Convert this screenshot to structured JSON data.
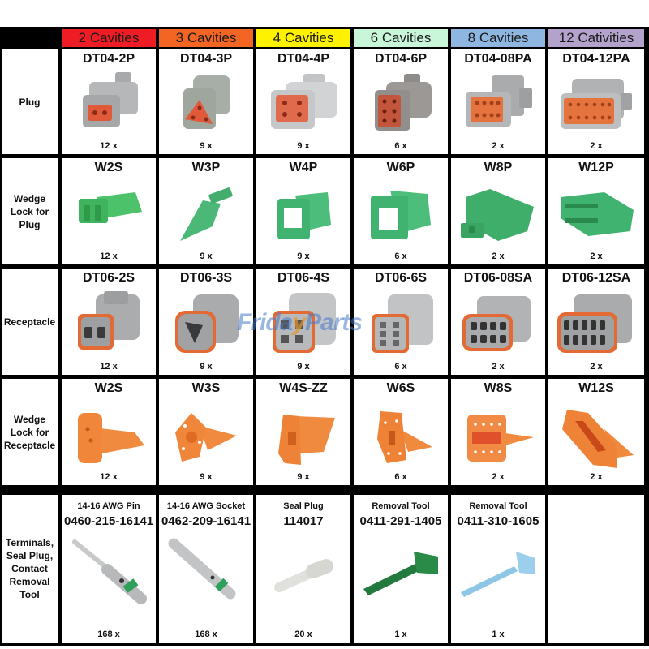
{
  "columns": [
    {
      "label": "2 Cavities",
      "color": "#ee1c24"
    },
    {
      "label": "3 Cavities",
      "color": "#f26522"
    },
    {
      "label": "4 Cavities",
      "color": "#fff200"
    },
    {
      "label": "6 Cavities",
      "color": "#c9f5d9"
    },
    {
      "label": "8 Cavities",
      "color": "#8fb6e0"
    },
    {
      "label": "12 Cativities",
      "color": "#b3a2cc"
    }
  ],
  "rows": [
    {
      "label": "Plug",
      "items": [
        {
          "part": "DT04-2P",
          "qty": "12 x"
        },
        {
          "part": "DT04-3P",
          "qty": "9 x"
        },
        {
          "part": "DT04-4P",
          "qty": "9 x"
        },
        {
          "part": "DT04-6P",
          "qty": "6 x"
        },
        {
          "part": "DT04-08PA",
          "qty": "2 x"
        },
        {
          "part": "DT04-12PA",
          "qty": "2 x"
        }
      ]
    },
    {
      "label": "Wedge Lock for Plug",
      "items": [
        {
          "part": "W2S",
          "qty": "12 x"
        },
        {
          "part": "W3P",
          "qty": "9 x"
        },
        {
          "part": "W4P",
          "qty": "9 x"
        },
        {
          "part": "W6P",
          "qty": "6 x"
        },
        {
          "part": "W8P",
          "qty": "2 x"
        },
        {
          "part": "W12P",
          "qty": "2 x"
        }
      ]
    },
    {
      "label": "Receptacle",
      "items": [
        {
          "part": "DT06-2S",
          "qty": "12 x"
        },
        {
          "part": "DT06-3S",
          "qty": "9 x"
        },
        {
          "part": "DT06-4S",
          "qty": "9 x"
        },
        {
          "part": "DT06-6S",
          "qty": "6 x"
        },
        {
          "part": "DT06-08SA",
          "qty": "2 x"
        },
        {
          "part": "DT06-12SA",
          "qty": "2 x"
        }
      ]
    },
    {
      "label": "Wedge Lock for Receptacle",
      "items": [
        {
          "part": "W2S",
          "qty": "12 x"
        },
        {
          "part": "W3S",
          "qty": "9 x"
        },
        {
          "part": "W4S-ZZ",
          "qty": "9 x"
        },
        {
          "part": "W6S",
          "qty": "6 x"
        },
        {
          "part": "W8S",
          "qty": "2 x"
        },
        {
          "part": "W12S",
          "qty": "2 x"
        }
      ]
    }
  ],
  "accessories": {
    "label": "Terminals, Seal Plug, Contact Removal Tool",
    "items": [
      {
        "name": "14-16 AWG Pin",
        "part": "0460-215-16141",
        "qty": "168 x"
      },
      {
        "name": "14-16 AWG Socket",
        "part": "0462-209-16141",
        "qty": "168 x"
      },
      {
        "name": "Seal Plug",
        "part": "114017",
        "qty": "20 x"
      },
      {
        "name": "Removal Tool",
        "part": "0411-291-1405",
        "qty": "1 x"
      },
      {
        "name": "Removal Tool",
        "part": "0411-310-1605",
        "qty": "1 x"
      }
    ]
  },
  "watermark": {
    "part1": "Frida",
    "part2": "y",
    "part3": "Parts"
  }
}
